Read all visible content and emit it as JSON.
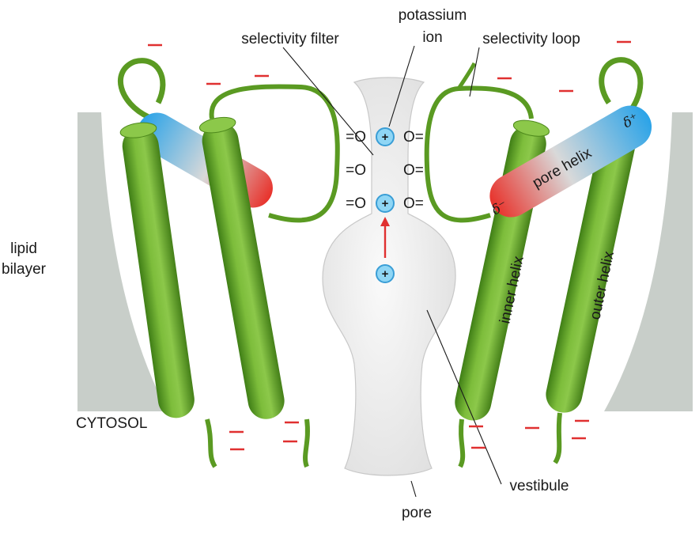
{
  "labels": {
    "selectivity_filter": "selectivity filter",
    "potassium_ion_line1": "potassium",
    "potassium_ion_line2": "ion",
    "selectivity_loop": "selectivity loop",
    "lipid_line1": "lipid",
    "lipid_line2": "bilayer",
    "cytosol": "CYTOSOL",
    "vestibule": "vestibule",
    "pore": "pore",
    "pore_helix": "pore helix",
    "inner_helix": "inner helix",
    "outer_helix": "outer helix",
    "delta_plus": "δ⁺",
    "delta_minus": "δ⁻"
  },
  "carbonyl_left": [
    "=O",
    "=O",
    "=O"
  ],
  "carbonyl_right": [
    "O=",
    "O=",
    "O="
  ],
  "ion_symbol": "+",
  "charge_symbol": "−",
  "colors": {
    "helix_green": "#6aab2c",
    "helix_dark": "#4e8a1c",
    "pore_helix_blue": "#3aa8e6",
    "pore_helix_red": "#e8312a",
    "membrane_gray": "#c8cec9",
    "pore_fill": "#ebebeb",
    "ion_fill": "#8fd6f5",
    "negative_charge": "#e03030",
    "arrow_red": "#e03030"
  }
}
